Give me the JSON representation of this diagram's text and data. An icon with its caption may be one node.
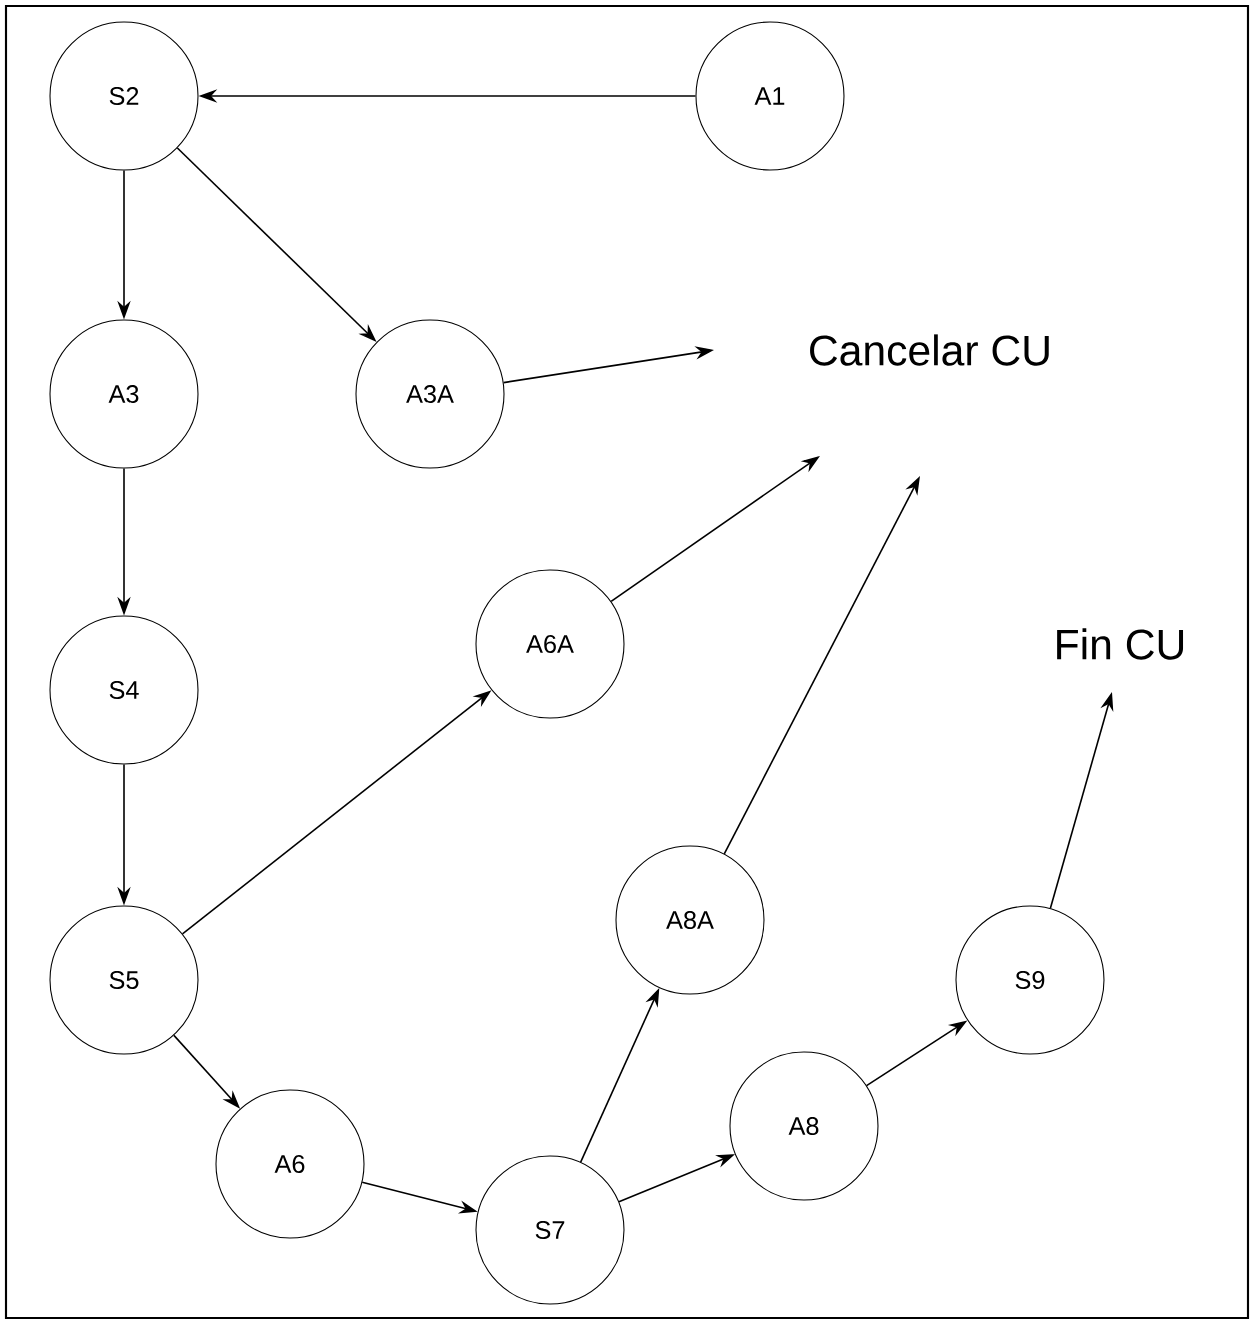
{
  "diagram": {
    "nodes": [
      {
        "text": [
          "S2"
        ]
      },
      {
        "text": [
          "A1"
        ]
      },
      {
        "text": [
          "A3"
        ]
      },
      {
        "text": [
          "A3A"
        ]
      },
      {
        "text": [
          "Cancelar CU"
        ]
      },
      {
        "text": [
          "A6A"
        ]
      },
      {
        "text": [
          "S4"
        ]
      },
      {
        "text": [
          "Fin CU"
        ]
      },
      {
        "text": [
          "A8A"
        ]
      },
      {
        "text": [
          "S5"
        ]
      },
      {
        "text": [
          "S9"
        ]
      },
      {
        "text": [
          "A6"
        ]
      },
      {
        "text": [
          "A8"
        ]
      },
      {
        "text": [
          "S7"
        ]
      }
    ],
    "edges": [
      {
        "from": 1,
        "to": 0,
        "arrow": "to"
      },
      {
        "from": 0,
        "to": 2,
        "arrow": "to"
      },
      {
        "from": 0,
        "to": 3,
        "arrow": "to"
      },
      {
        "from": 3,
        "to": 4,
        "arrow": "to"
      },
      {
        "from": 2,
        "to": 6,
        "arrow": "to"
      },
      {
        "from": 6,
        "to": 9,
        "arrow": "to"
      },
      {
        "from": 9,
        "to": 5,
        "arrow": "to"
      },
      {
        "from": 5,
        "to": 4,
        "arrow": "to"
      },
      {
        "from": 9,
        "to": 11,
        "arrow": "to"
      },
      {
        "from": 11,
        "to": 13,
        "arrow": "to"
      },
      {
        "from": 13,
        "to": 8,
        "arrow": "to"
      },
      {
        "from": 8,
        "to": 4,
        "arrow": "to"
      },
      {
        "from": 13,
        "to": 12,
        "arrow": "to"
      },
      {
        "from": 12,
        "to": 10,
        "arrow": "to"
      },
      {
        "from": 10,
        "to": 7,
        "arrow": "to"
      }
    ]
  }
}
